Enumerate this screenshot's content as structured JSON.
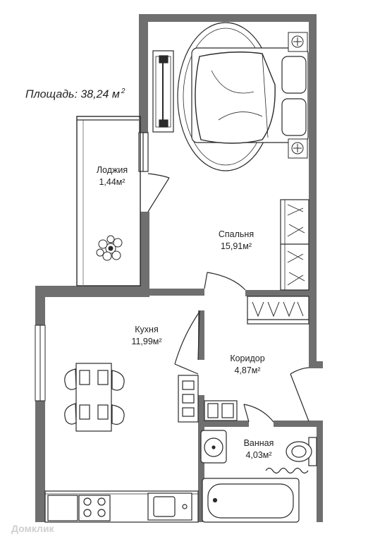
{
  "plan": {
    "total_area_label": "Площадь: 38,24 м",
    "total_area_unit_sup": "2",
    "rooms": [
      {
        "id": "loggia",
        "name": "Лоджия",
        "area": "1,44м²"
      },
      {
        "id": "bedroom",
        "name": "Спальня",
        "area": "15,91м²"
      },
      {
        "id": "kitchen",
        "name": "Кухня",
        "area": "11,99м²"
      },
      {
        "id": "corridor",
        "name": "Коридор",
        "area": "4,87м²"
      },
      {
        "id": "bathroom",
        "name": "Ванная",
        "area": "4,03м²"
      }
    ],
    "watermark": "Домклик"
  },
  "colors": {
    "wall": "#6f6f6f",
    "line": "#2a2a2a",
    "background": "#ffffff"
  }
}
